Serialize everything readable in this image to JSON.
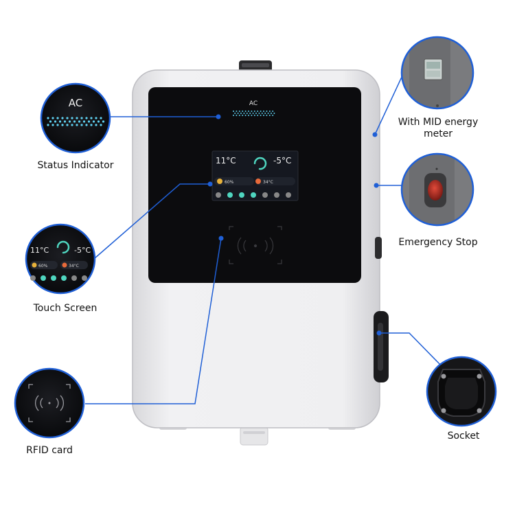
{
  "charger": {
    "panel_label": "AC",
    "screen": {
      "temp_left": "11°C",
      "temp_right": "-5°C",
      "stat_a": "60%",
      "stat_b": "34°C"
    }
  },
  "callouts": {
    "status_indicator": {
      "label": "Status Indicator",
      "zoom_text": "AC"
    },
    "touch_screen": {
      "label": "Touch Screen",
      "zoom_temp_left": "11°C",
      "zoom_temp_right": "-5°C",
      "zoom_stat_a": "60%",
      "zoom_stat_b": "34°C"
    },
    "rfid_card": {
      "label": "RFID card"
    },
    "mid_meter": {
      "label_line1": "With MID energy",
      "label_line2": "meter"
    },
    "emergency_stop": {
      "label": "Emergency Stop"
    },
    "socket": {
      "label": "Socket"
    }
  },
  "colors": {
    "leader_line": "#1f5fd6",
    "screen_bg": "#0c0c0e",
    "body": "#e8e8ea",
    "indicator": "#5fd0f0"
  }
}
